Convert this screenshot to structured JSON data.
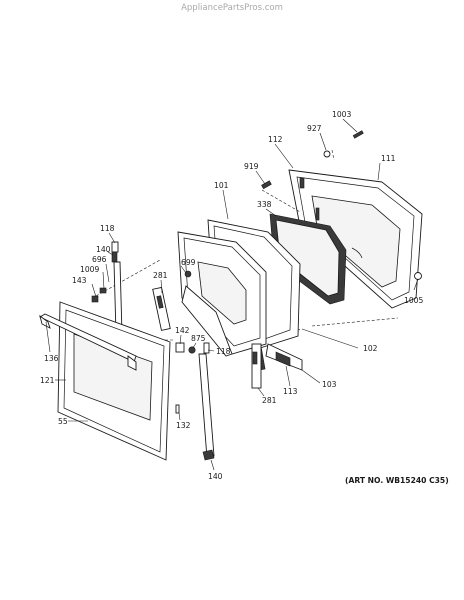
{
  "watermark": "AppliancePartsPros.com",
  "art_number": "(ART NO. WB15240 C35)",
  "callouts": {
    "c1003": "1003",
    "c927": "927",
    "c112": "112",
    "c111": "111",
    "c919": "919",
    "c101": "101",
    "c338": "338",
    "c118a": "118",
    "c140a": "140",
    "c696": "696",
    "c1009": "1009",
    "c143": "143",
    "c699": "699",
    "c281a": "281",
    "c1005": "1005",
    "c102": "102",
    "c142": "142",
    "c875": "875",
    "c118b": "118",
    "c136": "136",
    "c103": "103",
    "c113": "113",
    "c121": "121",
    "c281b": "281",
    "c55": "55",
    "c132": "132",
    "c140b": "140"
  }
}
